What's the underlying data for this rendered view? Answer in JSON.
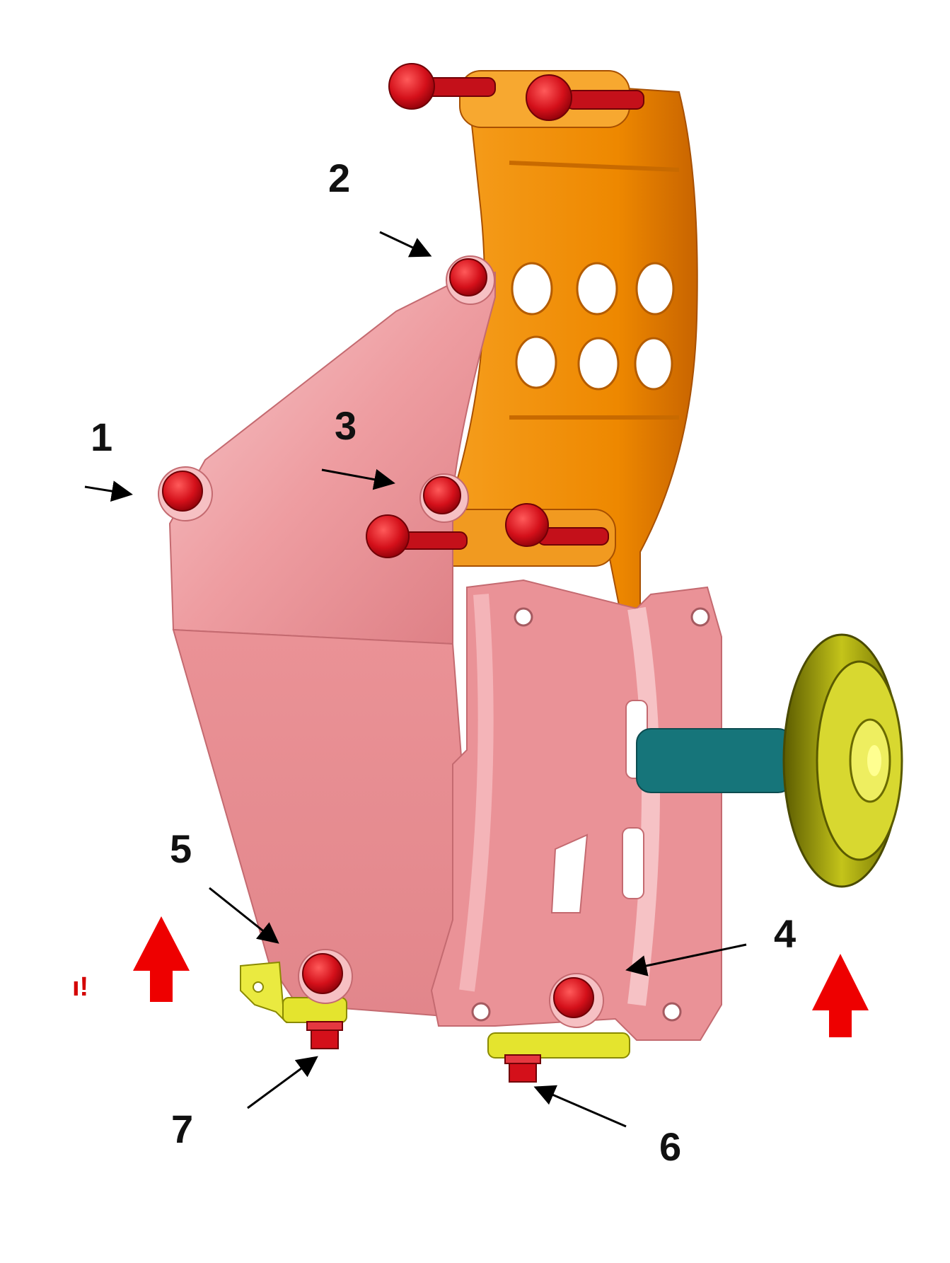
{
  "colors": {
    "background": "#ffffff",
    "bracket_pink_light": "#f4b4b8",
    "bracket_pink": "#e98a8e",
    "bracket_pink_dark": "#c96a70",
    "orange_bracket": "#f08a00",
    "orange_dark": "#b85800",
    "bolt_red": "#d4101a",
    "pulley_olive": "#a8a800",
    "shaft_teal": "#16757a",
    "base_yellow": "#e8e83a",
    "arrow_red": "#ee0000",
    "callout_arrow": "#000000"
  },
  "callouts": [
    {
      "id": "1",
      "label": "1"
    },
    {
      "id": "2",
      "label": "2"
    },
    {
      "id": "3",
      "label": "3"
    },
    {
      "id": "4",
      "label": "4"
    },
    {
      "id": "5",
      "label": "5"
    },
    {
      "id": "6",
      "label": "6"
    },
    {
      "id": "7",
      "label": "7"
    }
  ],
  "partial_text": "ı!",
  "icons": [
    "up-arrow-left-icon",
    "up-arrow-right-icon"
  ]
}
